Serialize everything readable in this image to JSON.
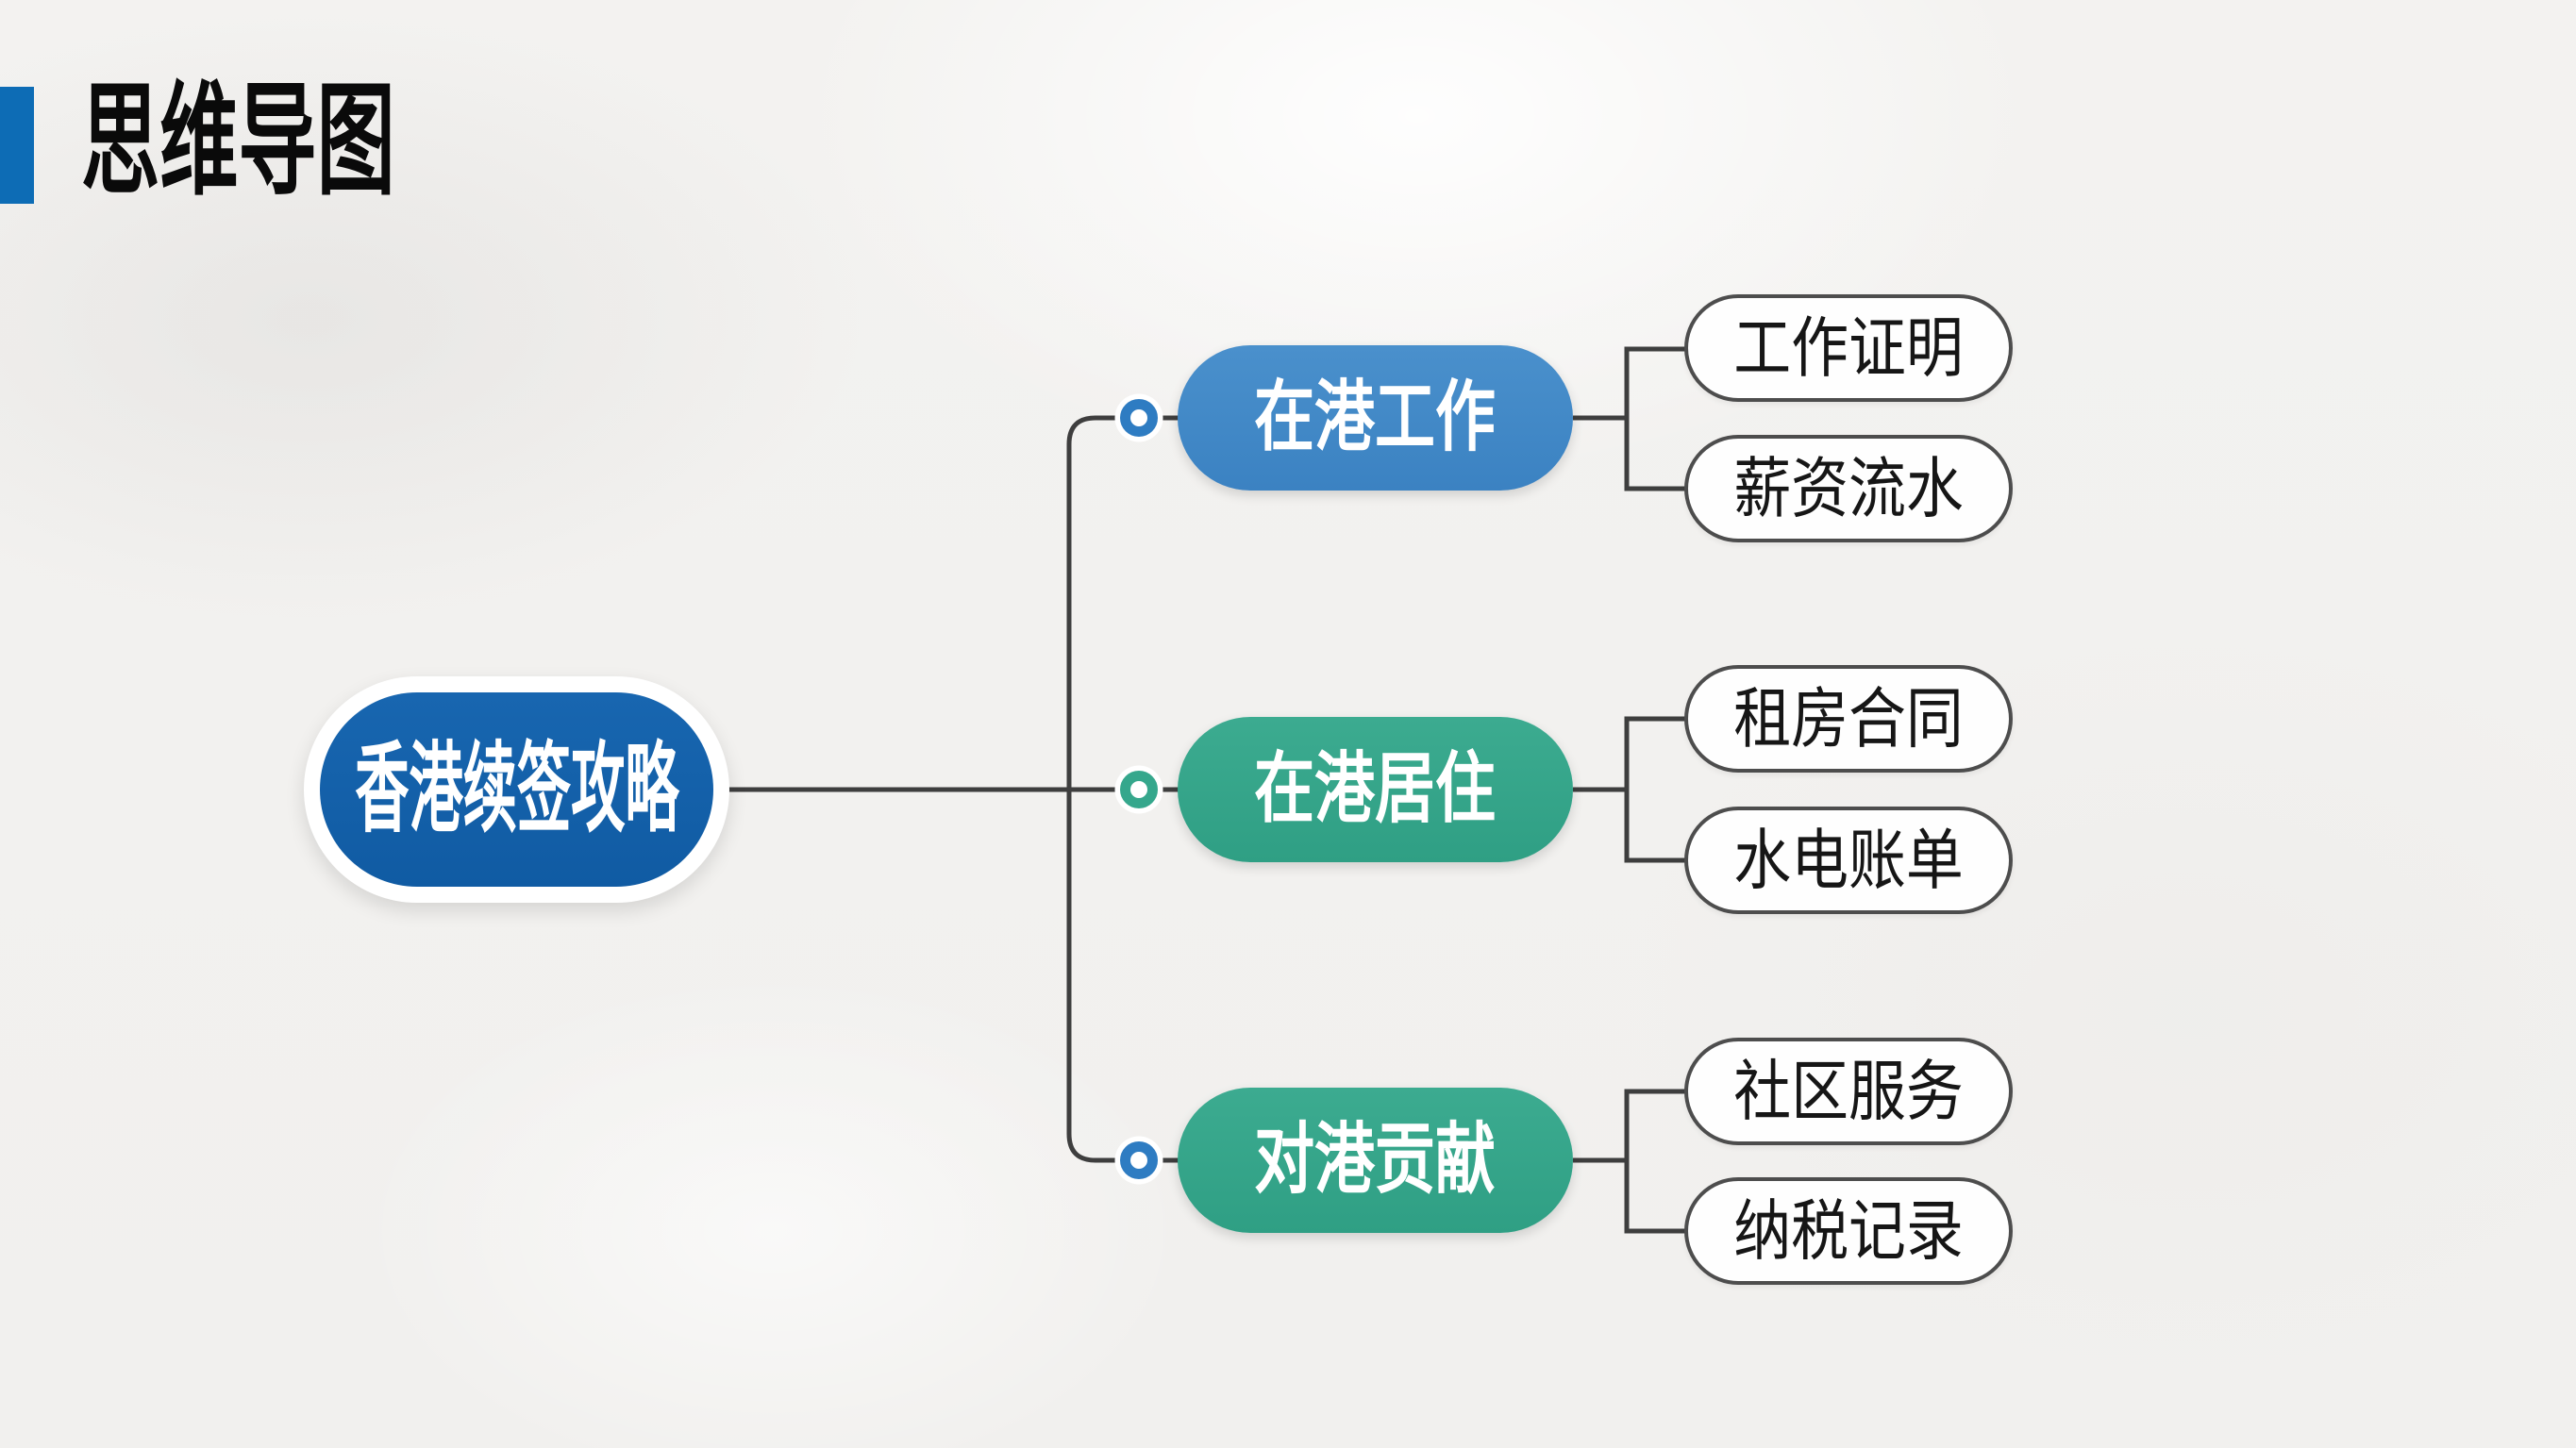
{
  "slide": {
    "title": "思维导图"
  },
  "colors": {
    "accent_bar": "#0d6cb5",
    "root_fill": "#1261ab",
    "branch_blue": "#3e88c7",
    "branch_green": "#35a78c",
    "bullet_ring_blue": "#2e7cc2",
    "bullet_ring_green": "#35a78c",
    "leaf_border": "#4d4d4d",
    "connector_line": "#3e3e3e",
    "background": "#f1f0ee"
  },
  "mindmap": {
    "root": {
      "label": "香港续签攻略"
    },
    "branches": [
      {
        "label": "在港工作",
        "color": "#3e88c7",
        "bullet": "#2e7cc2",
        "children": [
          "工作证明",
          "薪资流水"
        ]
      },
      {
        "label": "在港居住",
        "color": "#35a78c",
        "bullet": "#35a78c",
        "children": [
          "租房合同",
          "水电账单"
        ]
      },
      {
        "label": "对港贡献",
        "color": "#35a78c",
        "bullet": "#2e7cc2",
        "children": [
          "社区服务",
          "纳税记录"
        ]
      }
    ]
  }
}
